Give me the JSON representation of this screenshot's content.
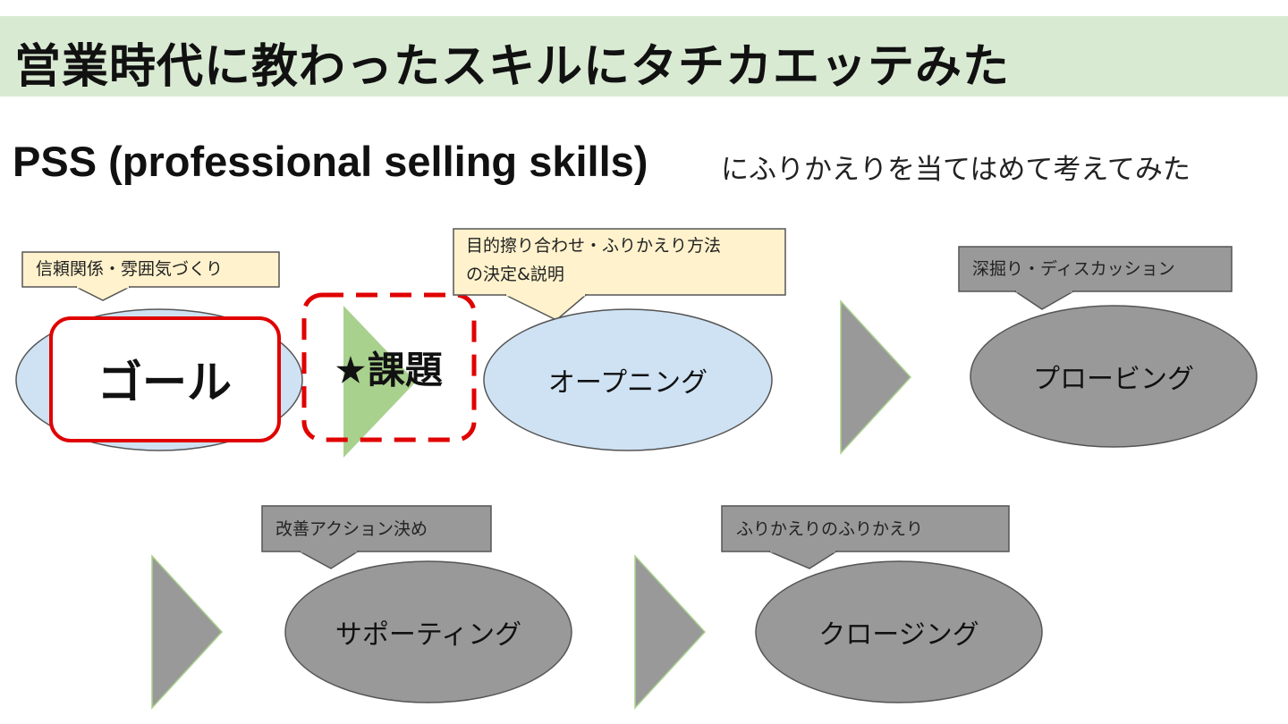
{
  "title": "営業時代に教わったスキルにタチカエッテみた",
  "subtitle": {
    "main": "PSS (professional selling skills)",
    "sub": "にふりかえりを当てはめて考えてみた"
  },
  "callouts": {
    "trust": "信頼関係・雰囲気づくり",
    "purpose_line1": "目的擦り合わせ・ふりかえり方法",
    "purpose_line2": "の決定&説明",
    "probe": "深掘り・ディスカッション",
    "improve": "改善アクション決め",
    "retro": "ふりかえりのふりかえり"
  },
  "stages": {
    "goal": "ゴール",
    "issue": "★課題",
    "opening": "オープニング",
    "probing": "プロービング",
    "supporting": "サポーティング",
    "closing": "クロージング"
  },
  "colors": {
    "title_bg": "#d9ead3",
    "light_blue": "#cfe2f3",
    "gray": "#999999",
    "callout_yellow": "#fff2cc",
    "arrow_green": "#a9d18e",
    "highlight_red": "#e00000"
  }
}
